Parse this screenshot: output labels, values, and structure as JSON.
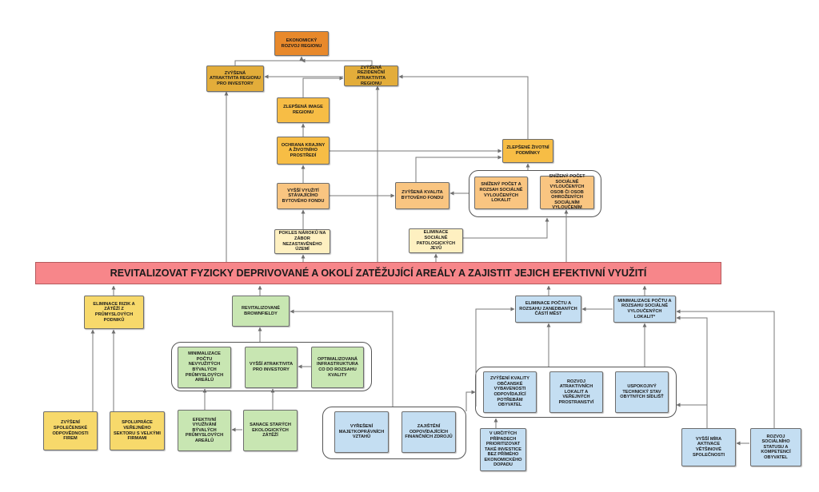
{
  "banner": "REVITALIZOVAT FYZICKY DEPRIVOVANÉ A OKOLÍ ZATĚŽUJÍCÍ AREÁLY A ZAJISTIT JEJICH EFEKTIVNÍ VYUŽITÍ",
  "nodes": {
    "ekonomicky_rozvoj": "EKONOMICKÝ ROZVOJ REGIONU",
    "atraktivita_investory": "ZVÝŠENÁ ATRAKTIVITA REGIONU PRO INVESTORY",
    "rezidencni_atraktivita": "ZVÝŠENÁ REZIDENČNÍ ATRAKTIVITA REGIONU",
    "image_regionu": "ZLEPŠENÁ IMAGE REGIONU",
    "ochrana_krajiny": "OCHRANA KRAJINY A ŽIVOTNÍHO PROSTŘEDÍ",
    "zivotni_podminky": "ZLEPŠENÉ ŽIVOTNÍ PODMÍNKY",
    "vyssi_vyuziti": "VYŠŠÍ VYUŽITÍ STÁVAJÍCÍHO BYTOVÉHO FONDU",
    "kvalita_bytoveho": "ZVÝŠENÁ KVALITA BYTOVÉHO FONDU",
    "snizeny_lokalit": "SNÍŽENÝ POČET A ROZSAH SOCIÁLNĚ VYLOUČENÝCH LOKALIT",
    "snizeny_osob": "SNÍŽENÝ POČET SOCIÁLNĚ VYLOUČENÝCH OSOB ČI OSOB OHROŽENÝCH SOCIÁLNÍM VYLOUČENÍM",
    "pokles_naroku": "POKLES NÁROKŮ NA ZÁBOR NEZASTAVĚNÉHO ÚZEMÍ",
    "eliminace_patologickych": "ELIMINACE SOCIÁLNĚ PATOLOGICKÝCH JEVŮ",
    "eliminace_rizik": "ELIMINACE RIZIK A ZÁTĚŽÍ Z PRŮMYSLOVÝCH PODNIKŮ",
    "revitalizovane_brownfieldy": "REVITALIZOVANÉ BROWNFIELDY",
    "eliminace_zanedbanych": "ELIMINACE POČTU A ROZSAHU ZANEDBANÝCH ČÁSTÍ MĚST",
    "minimalizace_vyloucenych": "MINIMALIZACE POČTU A ROZSAHU SOCIÁLNĚ VYLOUČENÝCH LOKALIT*",
    "minimalizace_arealu": "MINIMALIZACE POČTU NEVYUŽITÝCH BÝVALÝCH PRŮMYSLOVÝCH AREÁLŮ",
    "atraktivita_pro_investory": "VYŠŠÍ ATRAKTIVITA PRO INVESTORY",
    "optimalizovana_infrastruktura": "OPTIMALIZOVANÁ INFRASTRUKTURA CO DO ROZSAHU KVALITY",
    "kvalita_vybavenosti": "ZVÝŠENÍ KVALITY OBČANSKÉ VYBAVENOSTI ODPOVÍDAJÍCÍ POTŘEBÁM OBYVATEL",
    "rozvoj_lokalit": "ROZVOJ ATRAKTIVNÍCH LOKALIT A VEŘEJNÝCH PROSTRANSTVÍ",
    "technicky_stav": "USPOKOJIVÝ TECHNICKÝ STAV OBYTNÝCH SÍDLIŠŤ",
    "spolecenska_odpovednost": "ZVÝŠENÍ SPOLEČENSKÉ ODPOVĚDNOSTI FIREM",
    "spoluprace": "SPOLUPRÁCE VEŘEJNÉHO SEKTORU S VELKÝMI FIRMAMI",
    "efektivni_vyuzivani": "EFEKTIVNÍ VYUŽÍVÁNÍ BÝVALÝCH PRŮMYSLOVÝCH AREÁLŮ",
    "sanace_zatezi": "SANACE STARÝCH EKOLOGICKÝCH ZÁTĚŽÍ",
    "majetkopravni_vztahy": "VYŘEŠENÍ MAJETKOPRÁVNÍCH VZTAHŮ",
    "financni_zdroje": "ZAJIŠTĚNÍ ODPOVÍDAJÍCÍCH FINANČNÍCH ZDROJŮ",
    "prioritizovat_investice": "V URČITÝCH PŘÍPADECH PRIORITIZOVAT TAKÉ INVESTICE BEZ PŘÍMÉHO EKONOMICKÉHO DOPADU",
    "mira_aktivace": "VYŠŠÍ MÍRA AKTIVACE VĚTŠINOVÉ SPOLEČNOSTI",
    "rozvoj_socialniho": "ROZVOJ SOCIÁLNÍHO STATUSU A KOMPETENCÍ OBYVATEL"
  },
  "colors": {
    "dark_orange": "#e8892b",
    "gold": "#e3ad3a",
    "orange": "#f7bd45",
    "light_orange": "#f9c581",
    "yellow": "#fde59a",
    "light_yellow": "#fef0c1",
    "green": "#c8e6b2",
    "blue": "#c4def2",
    "banner_red": "#f7868a",
    "line": "#7a7a7a"
  }
}
